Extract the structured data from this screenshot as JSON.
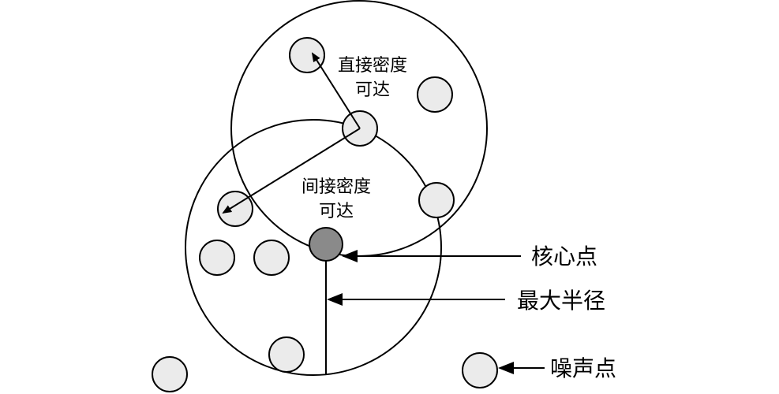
{
  "labels": {
    "direct_line1": "直接密度",
    "direct_line2": "可达",
    "indirect_line1": "间接密度",
    "indirect_line2": "可达",
    "core_point": "核心点",
    "max_radius": "最大半径",
    "noise_point": "噪声点"
  },
  "colors": {
    "point_fill": "#ebebeb",
    "core_point_fill": "#8a8a8a",
    "stroke": "#000000"
  }
}
